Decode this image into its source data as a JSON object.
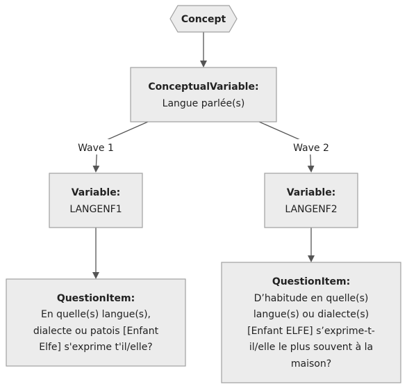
{
  "colors": {
    "node_fill": "#ececec",
    "node_stroke": "#a0a0a0",
    "edge": "#555555",
    "text": "#222222"
  },
  "nodes": {
    "concept": {
      "title": "Concept"
    },
    "conceptual_variable": {
      "title": "ConceptualVariable:",
      "text": "Langue parlée(s)"
    },
    "variable_1": {
      "title": "Variable:",
      "text": "LANGENF1"
    },
    "variable_2": {
      "title": "Variable:",
      "text": "LANGENF2"
    },
    "question_item_1": {
      "title": "QuestionItem:",
      "lines": [
        "En quelle(s) langue(s),",
        "dialecte ou patois [Enfant",
        "Elfe] s'exprime t'il/elle?"
      ]
    },
    "question_item_2": {
      "title": "QuestionItem:",
      "lines": [
        "D’habitude en quelle(s)",
        "langue(s) ou dialecte(s)",
        "[Enfant ELFE] s’exprime-t-",
        "il/elle le plus souvent à la",
        "maison?"
      ]
    }
  },
  "edges": {
    "wave_1": "Wave 1",
    "wave_2": "Wave 2"
  }
}
